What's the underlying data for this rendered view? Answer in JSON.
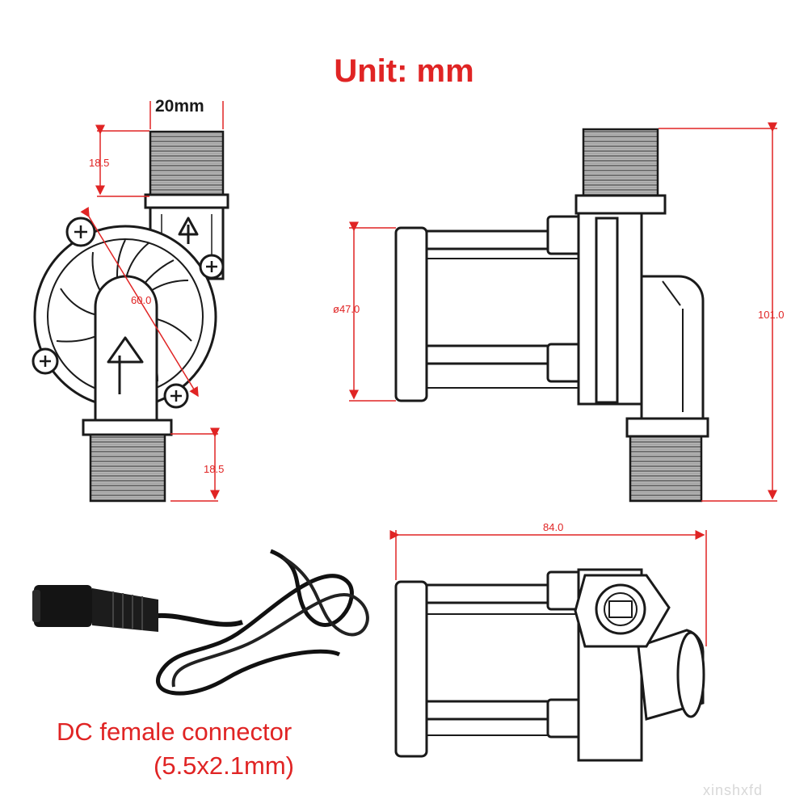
{
  "title": "Unit: mm",
  "dimensions": {
    "port_width": "20mm",
    "top_thread_length": "18.5",
    "bottom_thread_length": "18.5",
    "impeller_diameter": "60.0",
    "body_diameter": "ø47.0",
    "total_height": "101.0",
    "total_length": "84.0"
  },
  "connector_caption": {
    "line1": "DC female connector",
    "line2": "(5.5x2.1mm)"
  },
  "watermark": "xinshxfd",
  "colors": {
    "accent": "#e02424",
    "ink": "#1a1a1a",
    "background": "#ffffff"
  }
}
